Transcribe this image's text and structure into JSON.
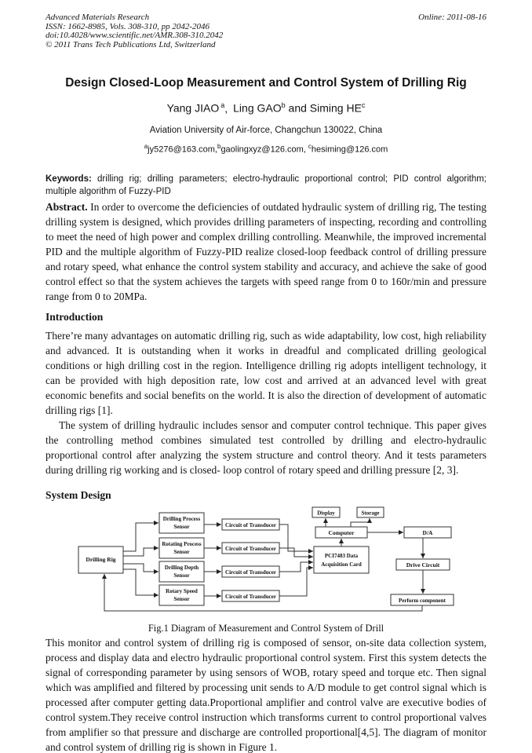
{
  "header": {
    "journal": "Advanced Materials Research",
    "issn_line": "ISSN: 1662-8985, Vols. 308-310, pp 2042-2046",
    "doi_line": "doi:10.4028/www.scientific.net/AMR.308-310.2042",
    "copyright_line": "© 2011 Trans Tech Publications Ltd, Switzerland",
    "online_date": "Online: 2011-08-16"
  },
  "title": "Design Closed-Loop Measurement and Control System of Drilling Rig",
  "authors": {
    "a1": "Yang JIAO",
    "a1_sup": "a",
    "sep": ",",
    "a2": "Ling GAO",
    "a2_sup": "b",
    "conj": " and ",
    "a3": "Siming HE",
    "a3_sup": "c"
  },
  "affiliation": "Aviation University of Air-force, Changchun 130022, China",
  "emails": {
    "a_sup": "a",
    "a": "jy5276@163.com,",
    "b_sup": "b",
    "b": "gaolingxyz@126.com, ",
    "c_sup": "c",
    "c": "hesiming@126.com"
  },
  "keywords": {
    "label": "Keywords:",
    "text": " drilling rig; drilling parameters; electro-hydraulic proportional control; PID control algorithm; multiple algorithm of Fuzzy-PID"
  },
  "abstract": {
    "label": "Abstract.",
    "text": " In order to overcome the deficiencies of outdated hydraulic system of drilling rig, The testing drilling system is designed, which provides drilling parameters of inspecting, recording and controlling to meet the need of high power and complex drilling controlling. Meanwhile, the improved incremental PID and the multiple algorithm of Fuzzy-PID realize closed-loop feedback control of drilling pressure and rotary speed, what enhance the control system stability and accuracy, and achieve the sake of good control effect so that the system achieves the targets with speed range from 0 to 160r/min and pressure range from 0 to 20MPa."
  },
  "sections": {
    "introduction": {
      "heading": "Introduction",
      "para1": "There’re many advantages on automatic drilling rig, such as wide adaptability, low cost, high reliability and advanced. It is outstanding when it works in dreadful and complicated drilling geological conditions or high drilling cost in the region. Intelligence drilling rig adopts intelligent technology, it can be provided with high deposition rate, low cost and arrived at an advanced level with great economic benefits and social benefits on the world. It is also the direction of development of automatic drilling rigs [1].",
      "para2": "The system of drilling hydraulic includes sensor and computer control technique. This paper gives the controlling method combines simulated test controlled by drilling and electro-hydraulic proportional control after analyzing the system structure and control theory. And it tests parameters during drilling rig working and is closed- loop control of rotary speed and drilling pressure [2, 3]."
    },
    "system_design": {
      "heading": "System Design",
      "after_figure": "This monitor and control system of drilling rig is composed of sensor, on-site data collection system, process and display data and electro hydraulic proportional control system. First this system detects the signal of corresponding parameter by using sensors of WOB, rotary speed and torque etc. Then signal which was amplified and filtered by processing unit sends to A/D module to get control signal which is processed after computer getting data.Proportional amplifier and control valve are executive bodies of control system.They receive control instruction which transforms current to control proportional valves from amplifier so that pressure and discharge are controlled proportional[4,5]. The diagram of monitor and control system of drilling rig is shown in Figure 1."
    }
  },
  "figure": {
    "caption": "Fig.1 Diagram of Measurement and Control System of Drill",
    "boxes": {
      "rig": "Drilling Rig",
      "s1a": "Drilling Process",
      "s1b": "Sensor",
      "s2a": "Rotating Process",
      "s2b": "Sensor",
      "s3a": "Drilling Depth",
      "s3b": "Sensor",
      "s4a": "Rotary Speed",
      "s4b": "Sensor",
      "c1": "Circuit of Transducer",
      "c2": "Circuit of Transducer",
      "c3": "Circuit of Transducer",
      "c4": "Circuit of Transducer",
      "pci_a": "PCI7483 Data",
      "pci_b": "Acquisition Card",
      "computer": "Computer",
      "display": "Display",
      "storage": "Storage",
      "da": "D/A",
      "drive": "Drive Circuit",
      "perform": "Perform component"
    }
  }
}
